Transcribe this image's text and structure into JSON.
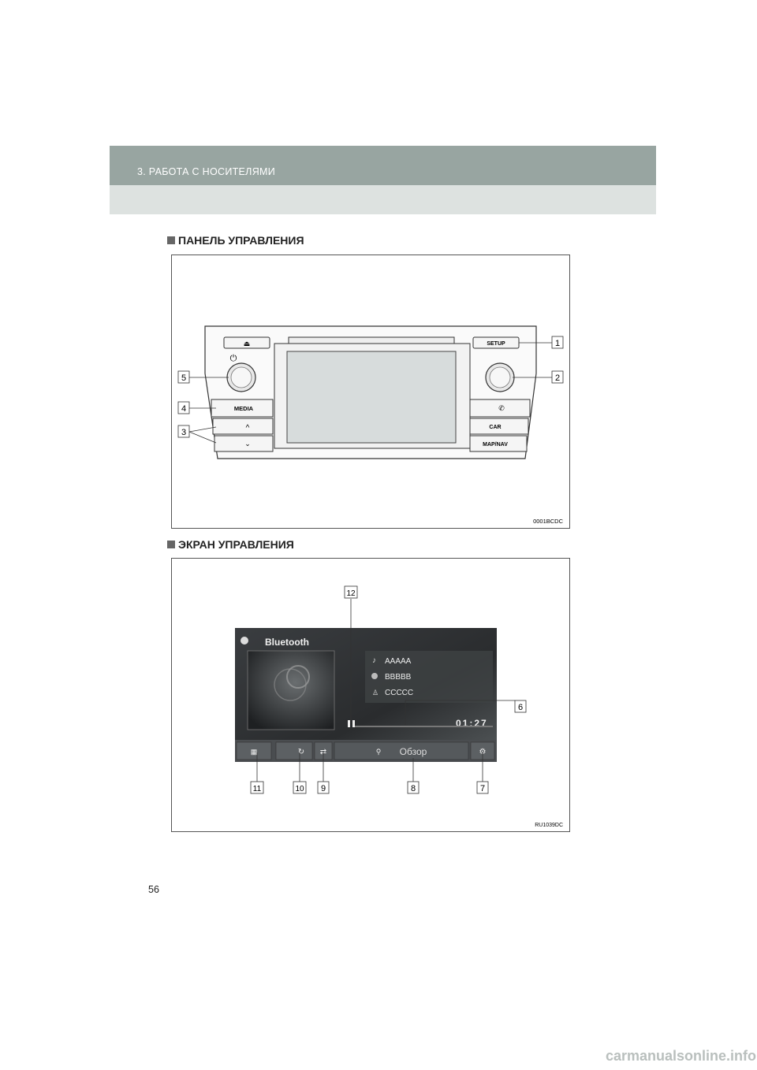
{
  "header": {
    "chapter": "3. РАБОТА С НОСИТЕЛЯМИ"
  },
  "section1": {
    "title": "ПАНЕЛЬ УПРАВЛЕНИЯ",
    "figure_code": "0001BCDC",
    "buttons": {
      "setup": "SETUP",
      "media": "MEDIA",
      "car": "CAR",
      "map_nav": "MAP/NAV"
    },
    "callouts": [
      "1",
      "2",
      "3",
      "4",
      "5"
    ]
  },
  "section2": {
    "title": "ЭКРАН УПРАВЛЕНИЯ",
    "figure_code": "RU1039DC",
    "screen": {
      "source_title": "Bluetooth",
      "tracks": [
        "AAAAA",
        "BBBBB",
        "CCCCC"
      ],
      "time": "01:27",
      "browse_label": "Обзор"
    },
    "callouts": [
      "6",
      "7",
      "8",
      "9",
      "10",
      "11",
      "12"
    ]
  },
  "page_number": "56",
  "watermark": "carmanualsonline.info"
}
